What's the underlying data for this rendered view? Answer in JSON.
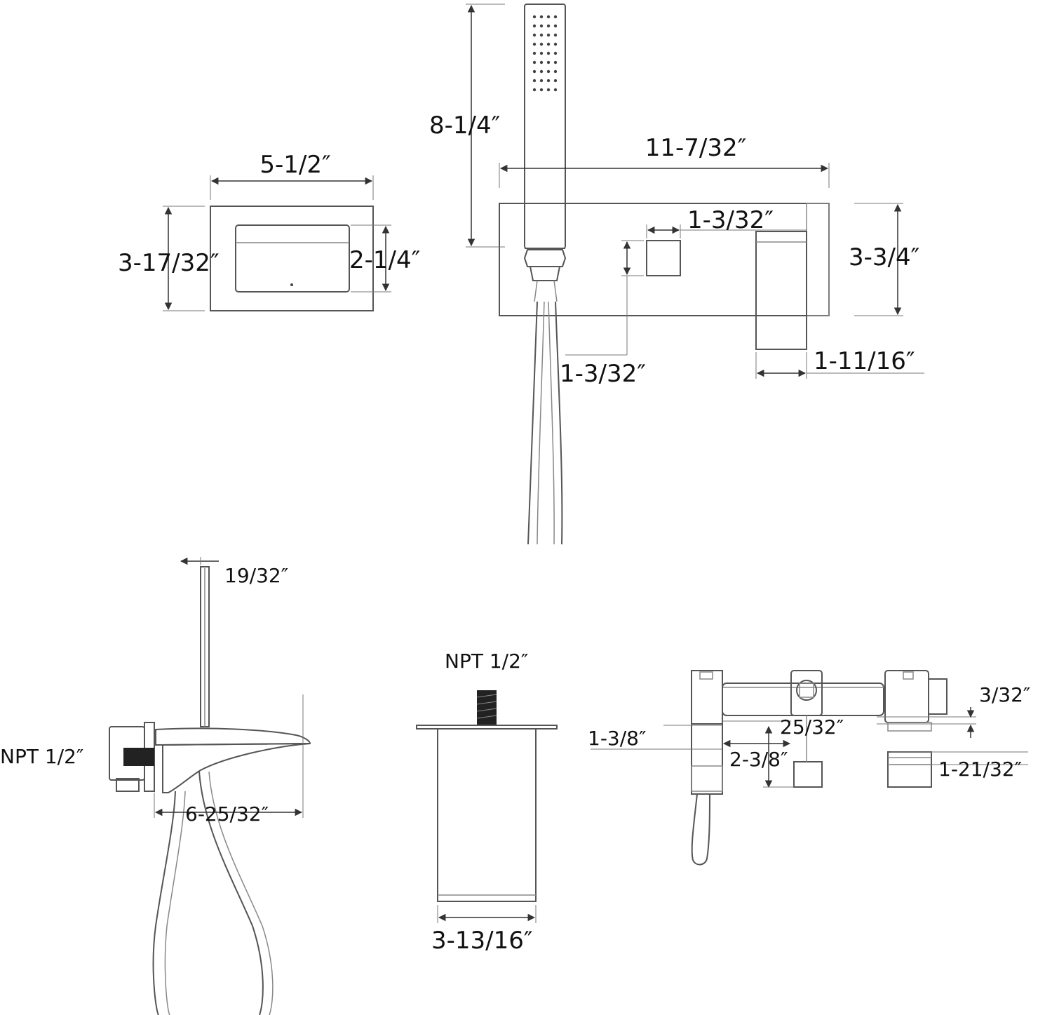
{
  "top_view": {
    "plate_width": "5-1/2″",
    "plate_height": "3-17/32″",
    "spout_opening_height": "2-1/4″"
  },
  "front_view": {
    "handshower_height": "8-1/4″",
    "total_width": "11-7/32″",
    "diverter_knob_width": "1-3/32″",
    "plate_height": "3-3/4″",
    "diverter_knob_height": "1-3/32″",
    "lever_width": "1-11/16″"
  },
  "side_view": {
    "top_offset": "19/32″",
    "inlet_thread": "NPT 1/2″",
    "spout_projection": "6-25/32″"
  },
  "rough_valve": {
    "inlet_thread": "NPT 1/2″",
    "body_width": "3-13/16″"
  },
  "valve_body_view": {
    "flange_thickness": "3/32″",
    "left_outlet_height": "1-3/8″",
    "center_width": "25/32″",
    "center_depth": "2-3/8″",
    "right_outlet_height": "1-21/32″"
  }
}
